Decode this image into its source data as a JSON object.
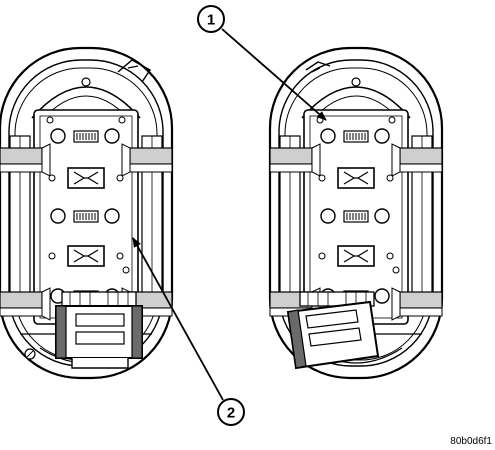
{
  "callouts": [
    {
      "label": "1"
    },
    {
      "label": "2"
    }
  ],
  "figure_code": "80b0d6f1",
  "colors": {
    "line": "#000000",
    "mold_shade": "#cfcfcf",
    "dark_trim": "#6a6a6a",
    "background": "#ffffff"
  }
}
